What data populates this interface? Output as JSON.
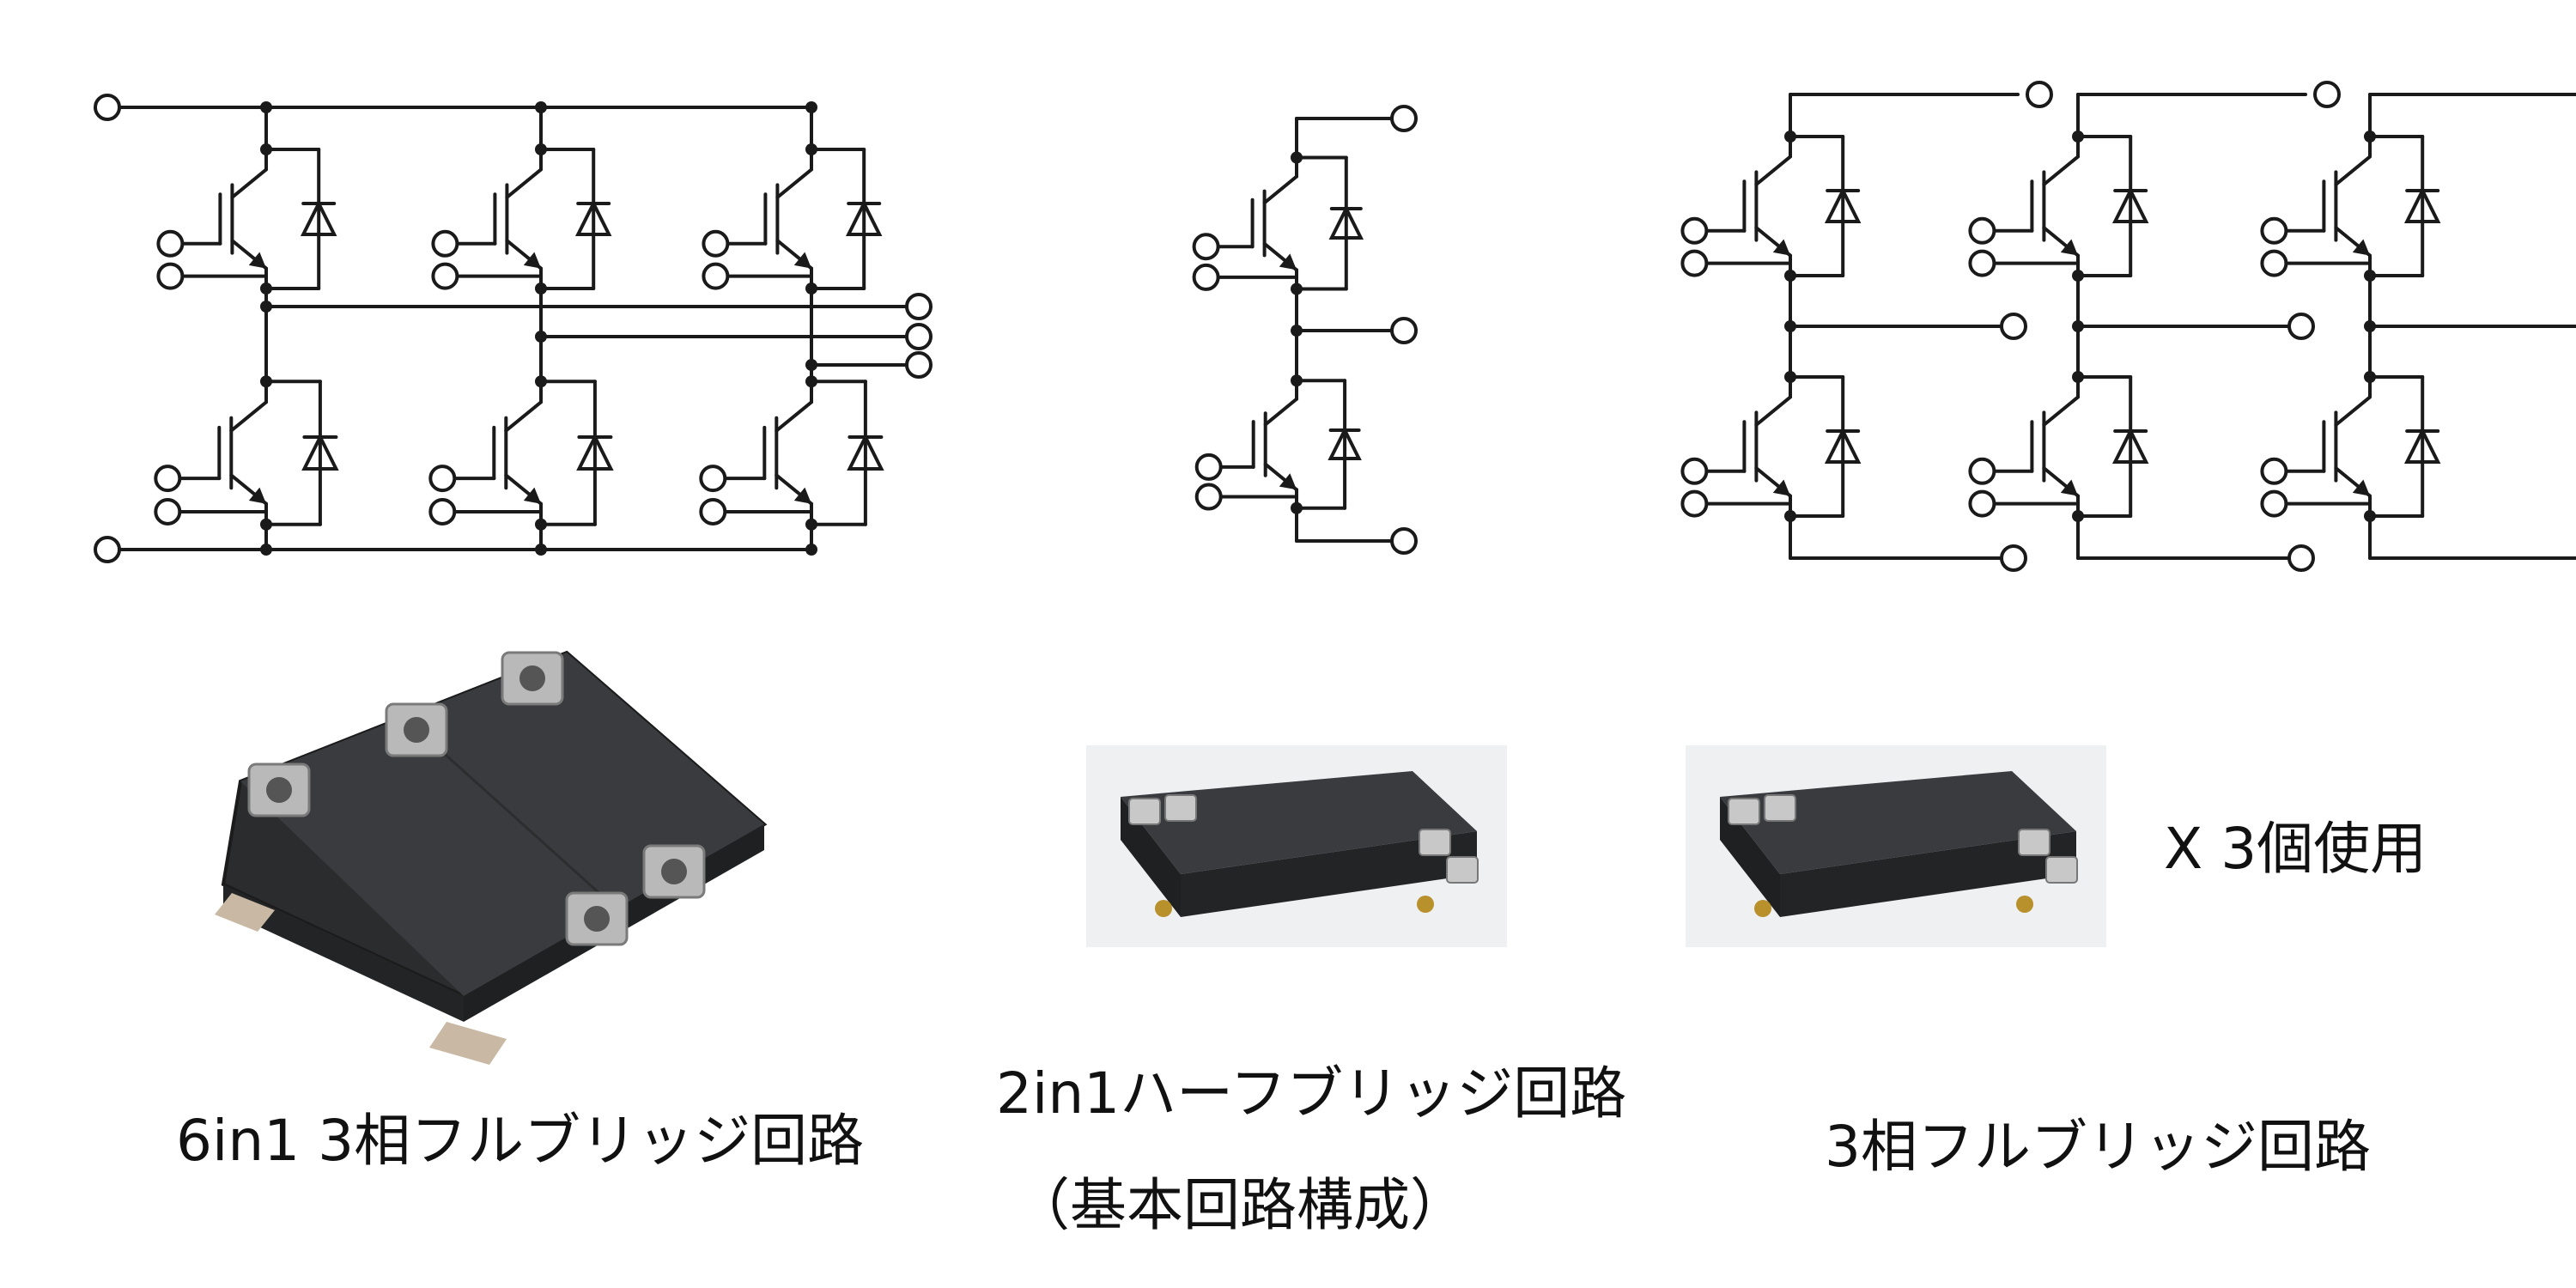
{
  "captions": {
    "six_in_one": "6in1  3相フルブリッジ回路",
    "two_in_one_line1": "2in1ハーフブリッジ回路",
    "two_in_one_line2": "（基本回路構成）",
    "three_phase": "3相フルブリッジ回路",
    "times_three": "X 3個使用"
  },
  "colors": {
    "line": "#1a1a1a",
    "text": "#111111",
    "module_body": "#2e2f31",
    "module_edge": "#1c1d1e",
    "photo_bg": "#eef0f2",
    "terminal_metal": "#c8c8c8"
  }
}
